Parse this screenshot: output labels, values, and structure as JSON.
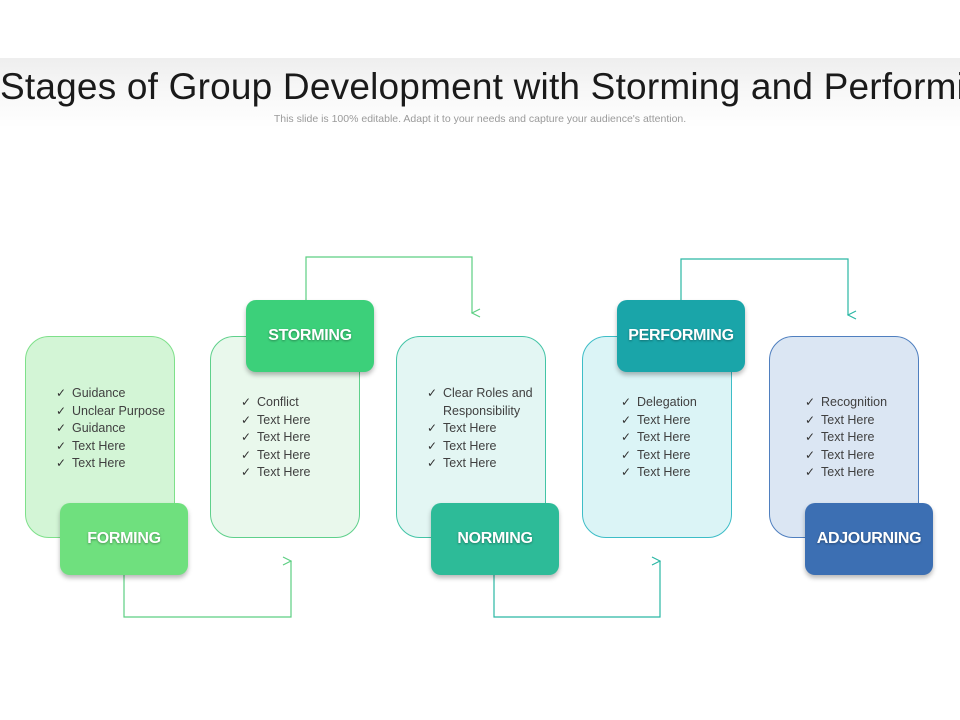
{
  "title": "Stages of Group Development with Storming and Performing",
  "subtitle": "This slide is 100% editable. Adapt it to your needs and capture your audience's attention.",
  "stages": [
    {
      "name": "FORMING",
      "items": [
        "Guidance",
        "Unclear Purpose",
        "Guidance",
        "Text Here",
        "Text Here"
      ]
    },
    {
      "name": "STORMING",
      "items": [
        "Conflict",
        "Text Here",
        "Text Here",
        "Text Here",
        "Text Here"
      ]
    },
    {
      "name": "NORMING",
      "items": [
        "Clear Roles and Responsibility",
        "Text Here",
        "Text Here",
        "Text Here"
      ]
    },
    {
      "name": "PERFORMING",
      "items": [
        "Delegation",
        "Text Here",
        "Text Here",
        "Text Here",
        "Text Here"
      ]
    },
    {
      "name": "ADJOURNING",
      "items": [
        "Recognition",
        "Text Here",
        "Text Here",
        "Text Here",
        "Text Here"
      ]
    }
  ],
  "colors": {
    "forming_card": "#d3f5d6",
    "forming_border": "#7ee08a",
    "forming_label": "#6fe07e",
    "storming_card": "#e9f8ec",
    "storming_border": "#5fd08b",
    "storming_label": "#3cd07a",
    "norming_card": "#e3f6f3",
    "norming_border": "#43c4a6",
    "norming_label": "#2dbb98",
    "performing_card": "#dbf4f6",
    "performing_border": "#3dbdc7",
    "performing_label": "#1aa5a9",
    "adjourning_card": "#dbe6f3",
    "adjourning_border": "#4f7fbf",
    "adjourning_label": "#3c6fb3",
    "check": "#333333"
  }
}
